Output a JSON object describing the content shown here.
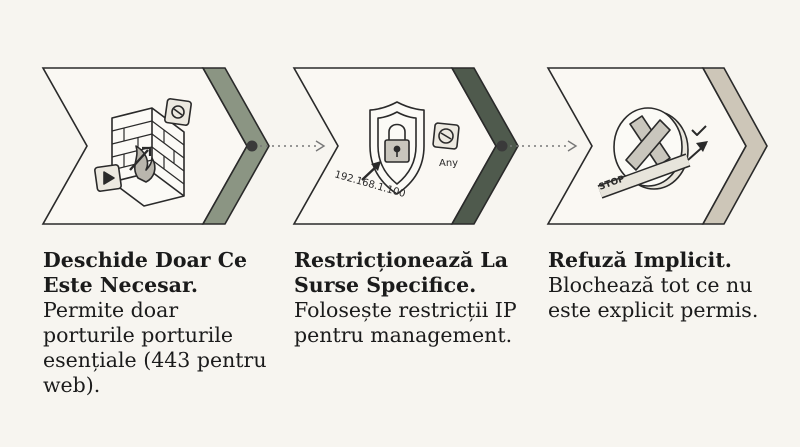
{
  "colors": {
    "background": "#f7f5f0",
    "chevron_1_band": "#8b9583",
    "chevron_2_band": "#4f5a4d",
    "chevron_3_band": "#cdc6b8",
    "outline": "#2a2a2a",
    "connector_dot": "#3a3a3a"
  },
  "steps": [
    {
      "icon": "firewall-brick-icon",
      "title": "Deschide Doar Ce Este Necesar.",
      "description": "Permite doar porturile porturile esențiale (443 pentru web)."
    },
    {
      "icon": "shield-lock-icon",
      "icon_labels": {
        "ip": "192.168.1.100",
        "any": "Any"
      },
      "title": "Restricționează La Surse Specifice.",
      "description": "Folosește restricții IP pentru management."
    },
    {
      "icon": "stop-cross-icon",
      "icon_labels": {
        "stop": "STOP"
      },
      "title": "Refuză Implicit.",
      "description": "Blochează tot ce nu este explicit permis."
    }
  ]
}
